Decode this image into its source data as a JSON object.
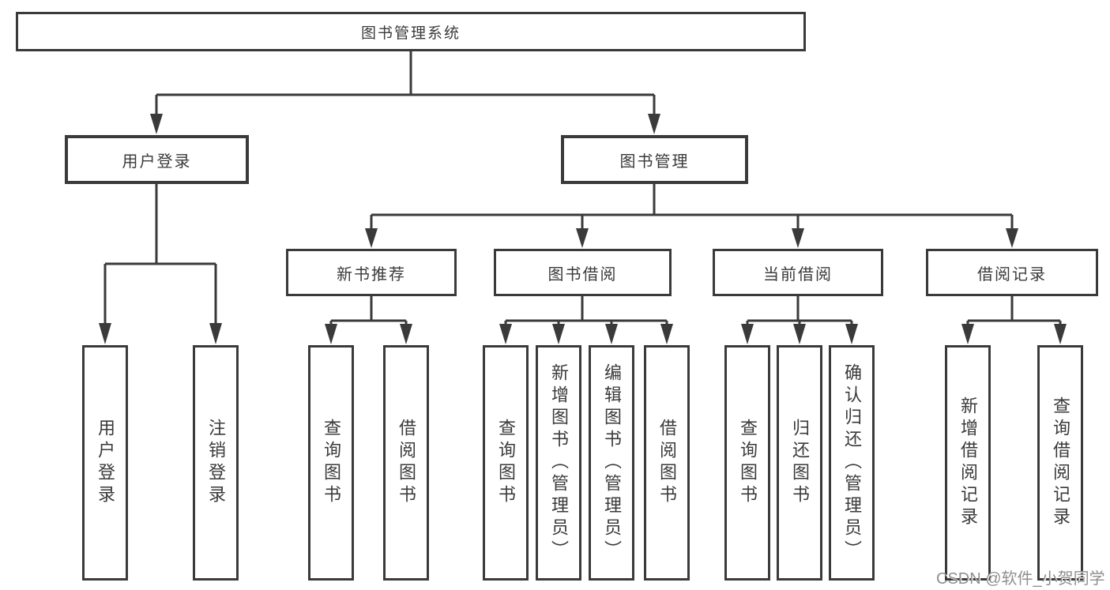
{
  "tree": {
    "label": "图书管理系统",
    "children": [
      {
        "label": "用户登录",
        "children": [
          {
            "label": "用户登录"
          },
          {
            "label": "注销登录"
          }
        ]
      },
      {
        "label": "图书管理",
        "children": [
          {
            "label": "新书推荐",
            "children": [
              {
                "label": "查询图书"
              },
              {
                "label": "借阅图书"
              }
            ]
          },
          {
            "label": "图书借阅",
            "children": [
              {
                "label": "查询图书"
              },
              {
                "label": "新增图书（管理员）"
              },
              {
                "label": "编辑图书（管理员）"
              },
              {
                "label": "借阅图书"
              }
            ]
          },
          {
            "label": "当前借阅",
            "children": [
              {
                "label": "查询图书"
              },
              {
                "label": "归还图书"
              },
              {
                "label": "确认归还（管理员）"
              }
            ]
          },
          {
            "label": "借阅记录",
            "children": [
              {
                "label": "新增借阅记录"
              },
              {
                "label": "查询借阅记录"
              }
            ]
          }
        ]
      }
    ]
  },
  "watermark": "CSDN @软件_小贺同学",
  "colors": {
    "line": "#3a3a3a",
    "background": "#ffffff",
    "watermark_gray": "#8f8f8f"
  }
}
